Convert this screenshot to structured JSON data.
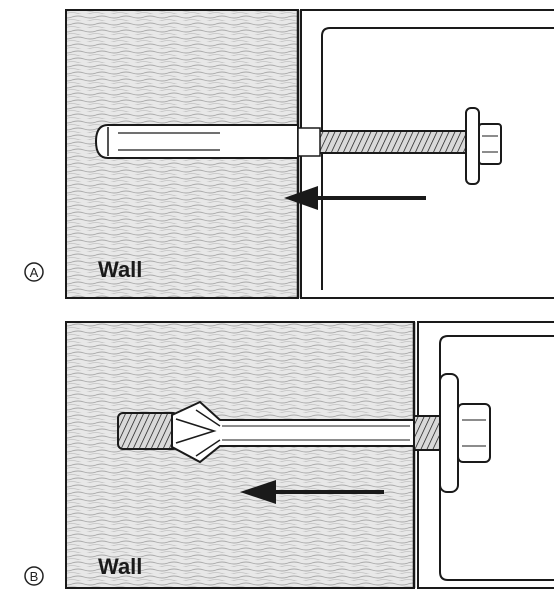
{
  "panels": [
    {
      "letter": "A",
      "wall_label": "Wall"
    },
    {
      "letter": "B",
      "wall_label": "Wall"
    }
  ],
  "colors": {
    "ink": "#1a1a1a",
    "wall_fill": "#e6e6e6",
    "texture": "#a8a8a8",
    "paper": "#ffffff"
  }
}
